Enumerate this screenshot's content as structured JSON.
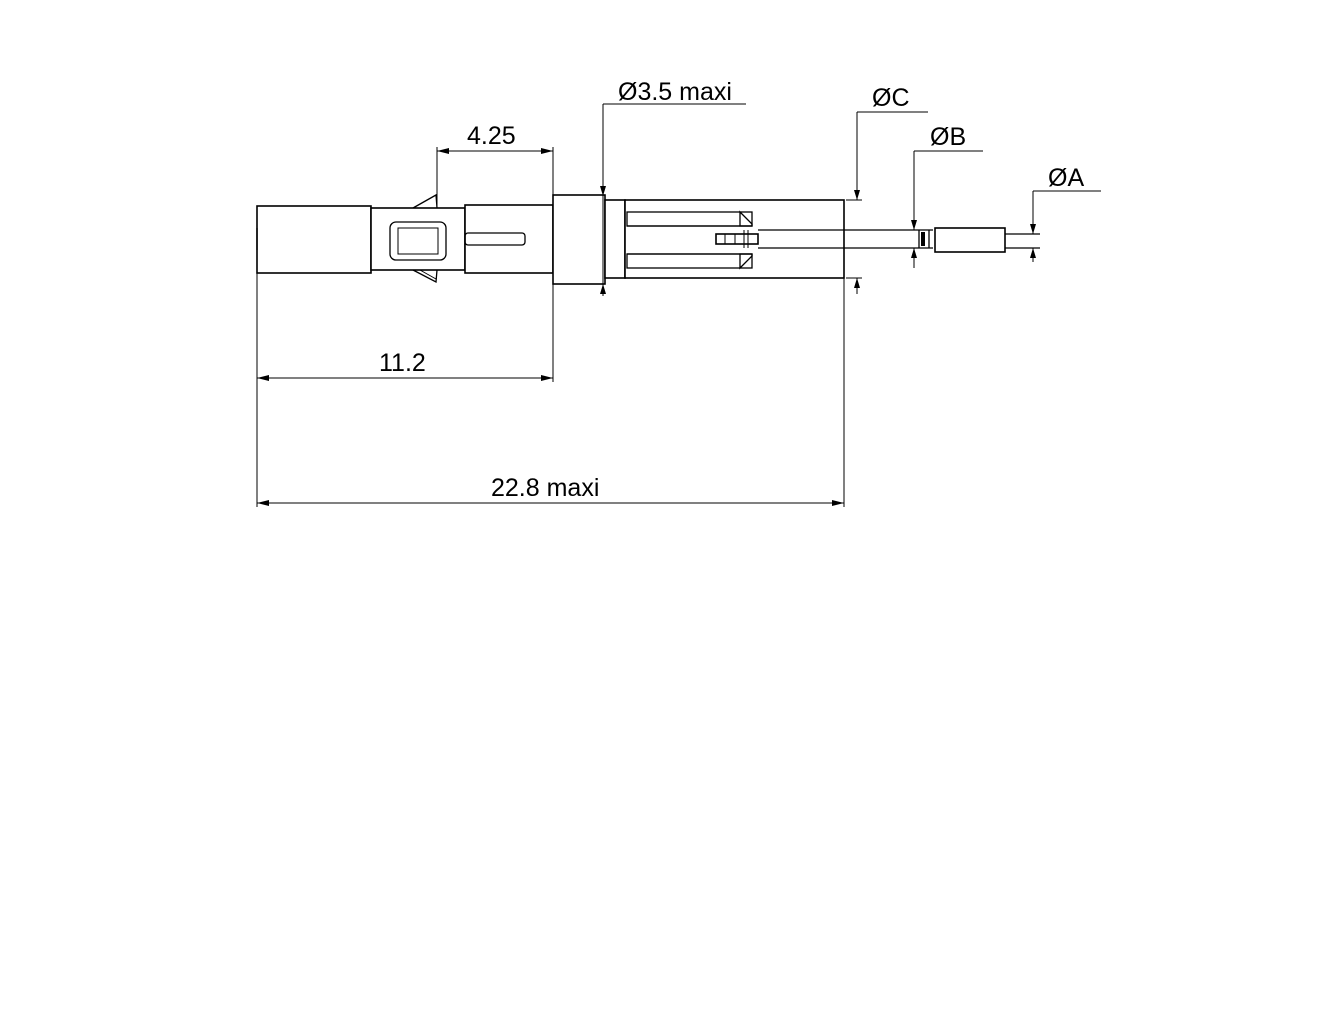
{
  "drawing": {
    "dimensions": {
      "diameter_3_5": "Ø3.5 maxi",
      "diameter_c": "ØC",
      "diameter_b": "ØB",
      "diameter_a": "ØA",
      "length_4_25": "4.25",
      "length_11_2": "11.2",
      "length_22_8": "22.8 maxi"
    }
  }
}
